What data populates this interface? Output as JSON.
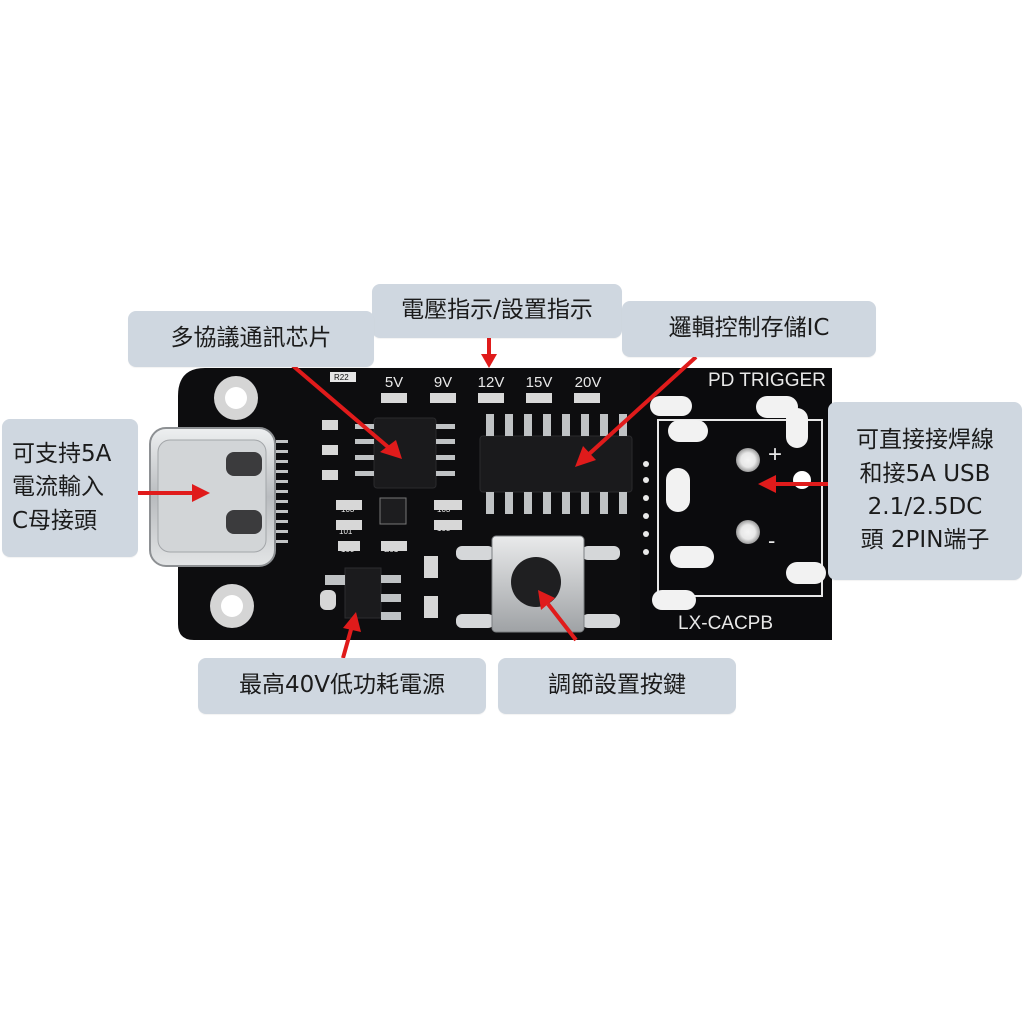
{
  "image": {
    "description_labels": {
      "voltage_indicator": "電壓指示/設置指示",
      "multi_protocol_chip": "多協議通訊芯片",
      "logic_ic": "邏輯控制存儲IC",
      "typec_input": [
        "可支持5A",
        "電流輸入",
        "C母接頭"
      ],
      "output_terminal": [
        "可直接接焊線",
        "和接5A USB",
        "2.1/2.5DC",
        "頭 2PIN端子"
      ],
      "power_supply": "最高40V低功耗電源",
      "adjust_button": "調節設置按鍵"
    },
    "pcb": {
      "voltages": [
        "5V",
        "9V",
        "12V",
        "15V",
        "20V"
      ],
      "title": "PD TRIGGER",
      "model": "LX-CACPB",
      "plus": "+",
      "minus": "-",
      "silk": [
        "R22",
        "101",
        "103",
        "103",
        "100",
        "E01",
        "103"
      ]
    },
    "colors": {
      "board": "#0d0d0f",
      "label_bg": "#cfd7e0",
      "arrow": "#e01b1b",
      "silk": "#e8e8e8",
      "metal": "#c9ccce"
    }
  }
}
